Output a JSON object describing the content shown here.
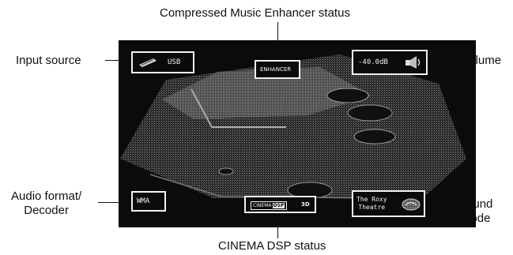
{
  "callouts": {
    "compressed_music_enhancer": "Compressed Music Enhancer status",
    "input_source": "Input source",
    "volume": "Volume",
    "audio_format": "Audio format/\nDecoder",
    "sound_mode": "Sound\nmode",
    "cinema_dsp": "CINEMA DSP status"
  },
  "screen": {
    "input_source_value": "USB",
    "enhancer_value": "ENHANCER",
    "volume_value": "-40.0dB",
    "audio_format_value": "WMA",
    "cinema_dsp_word": "CINEMA",
    "cinema_dsp_badge": "DSP",
    "cinema_dsp_3d": "3D",
    "sound_mode_value": "The Roxy\nTheatre",
    "icons": {
      "input_source": "usb-stick-icon",
      "volume": "speaker-icon",
      "sound_mode": "theatre-emblem-icon",
      "background": "stylized-audio-device-image"
    }
  },
  "colors": {
    "screen_background": "#0b0b0b",
    "osd_border": "#f2f2f2",
    "osd_text": "#f4f4f4"
  }
}
